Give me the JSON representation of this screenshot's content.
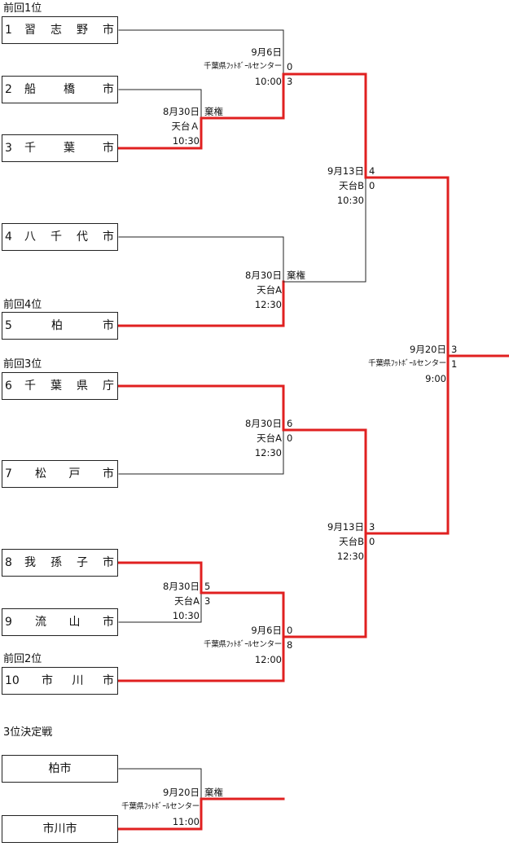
{
  "prev_labels": [
    "前回1位",
    "前回4位",
    "前回3位",
    "前回2位"
  ],
  "teams": [
    {
      "seed": "1",
      "name": "習志野市"
    },
    {
      "seed": "2",
      "name": "船橋市"
    },
    {
      "seed": "3",
      "name": "千葉市"
    },
    {
      "seed": "4",
      "name": "八千代市"
    },
    {
      "seed": "5",
      "name": "柏市"
    },
    {
      "seed": "6",
      "name": "千葉県庁"
    },
    {
      "seed": "7",
      "name": "松戸市"
    },
    {
      "seed": "8",
      "name": "我孫子市"
    },
    {
      "seed": "9",
      "name": "流山市"
    },
    {
      "seed": "10",
      "name": "市川市"
    }
  ],
  "matches": [
    {
      "date": "8月30日",
      "venue": "天台Ａ",
      "time": "10:30",
      "score_top": "棄権",
      "score_bottom": ""
    },
    {
      "date": "8月30日",
      "venue": "天台A",
      "time": "12:30",
      "score_top": "棄権",
      "score_bottom": ""
    },
    {
      "date": "8月30日",
      "venue": "天台A",
      "time": "12:30",
      "score_top": "6",
      "score_bottom": "0"
    },
    {
      "date": "8月30日",
      "venue": "天台A",
      "time": "10:30",
      "score_top": "5",
      "score_bottom": "3"
    },
    {
      "date": "9月6日",
      "venue": "千葉県ﾌｯﾄﾎﾞｰﾙセンター",
      "time": "10:00",
      "score_top": "0",
      "score_bottom": "3"
    },
    {
      "date": "9月6日",
      "venue": "千葉県ﾌｯﾄﾎﾞｰﾙセンター",
      "time": "12:00",
      "score_top": "0",
      "score_bottom": "8"
    },
    {
      "date": "9月13日",
      "venue": "天台B",
      "time": "10:30",
      "score_top": "4",
      "score_bottom": "0"
    },
    {
      "date": "9月13日",
      "venue": "天台B",
      "time": "12:30",
      "score_top": "3",
      "score_bottom": "0"
    },
    {
      "date": "9月20日",
      "venue": "千葉県ﾌｯﾄﾎﾞｰﾙセンター",
      "time": "9:00",
      "score_top": "3",
      "score_bottom": "1"
    },
    {
      "date": "9月20日",
      "venue": "千葉県ﾌｯﾄﾎﾞｰﾙセンター",
      "time": "11:00",
      "score_top": "棄権",
      "score_bottom": ""
    }
  ],
  "third_place": {
    "title": "3位決定戦",
    "teams": [
      {
        "name": "柏市"
      },
      {
        "name": "市川市"
      }
    ]
  },
  "colors": {
    "winner_line": "#e02020",
    "line": "#222222"
  }
}
